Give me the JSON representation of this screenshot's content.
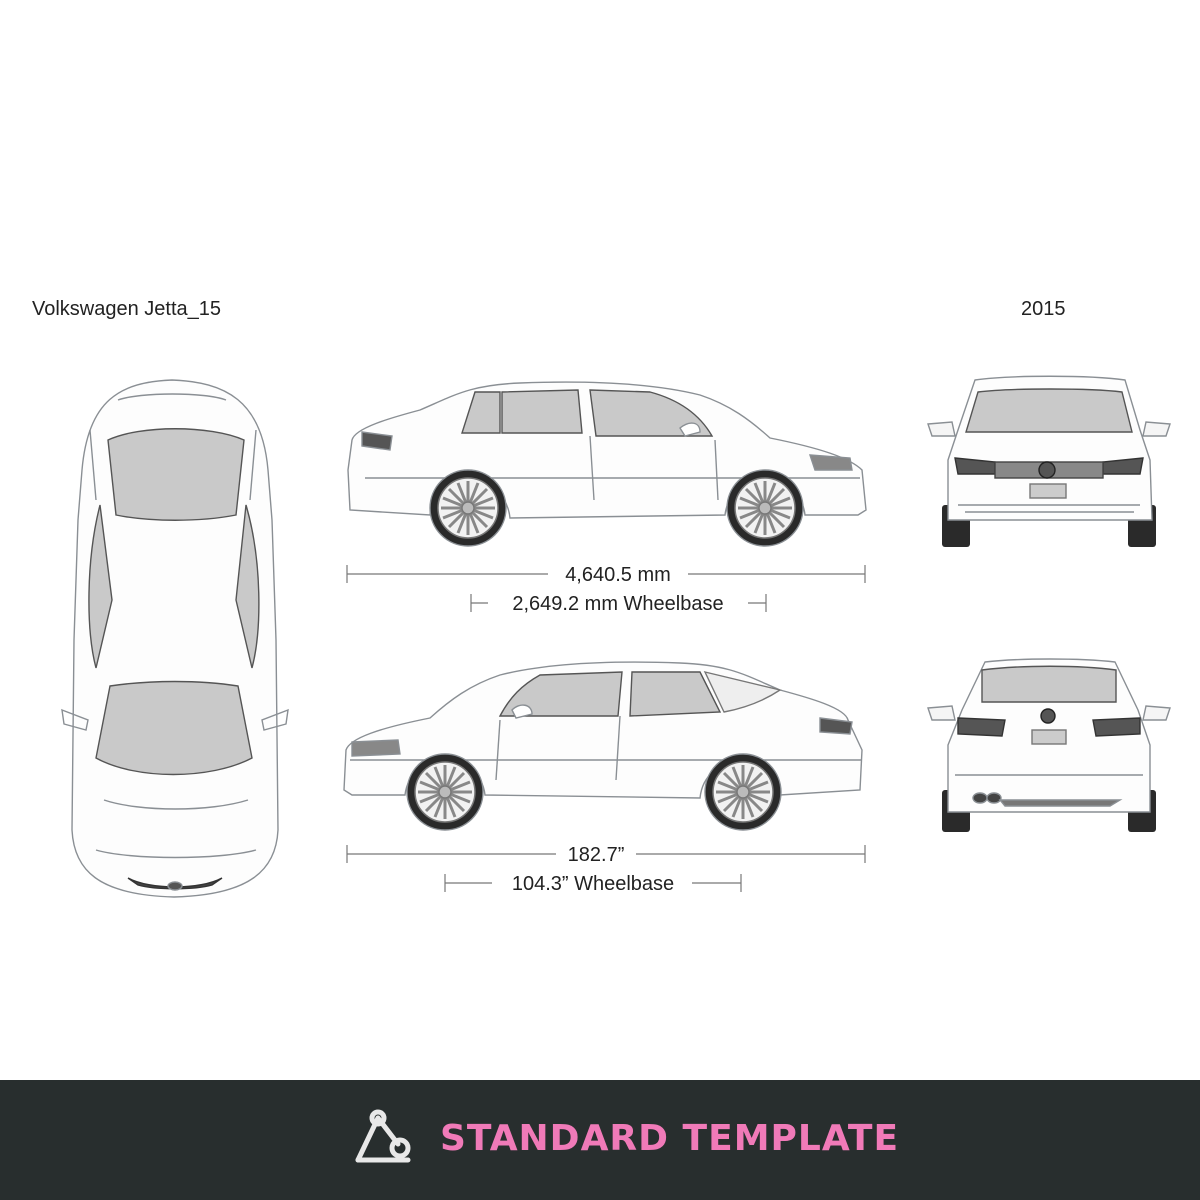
{
  "header": {
    "title": "Volkswagen Jetta_15",
    "year": "2015"
  },
  "dimensions": {
    "metric_length": "4,640.5 mm",
    "metric_wheelbase": "2,649.2 mm Wheelbase",
    "imperial_length": "182.7”",
    "imperial_wheelbase": "104.3” Wheelbase"
  },
  "footer": {
    "label": "STANDARD TEMPLATE",
    "accent_color": "#f07ab8",
    "background_color": "#282e2e",
    "icon": "network-nodes-icon"
  },
  "colors": {
    "line": "#8a8f94",
    "glass": "#c9c9c9",
    "tire": "#2a2a2a"
  }
}
